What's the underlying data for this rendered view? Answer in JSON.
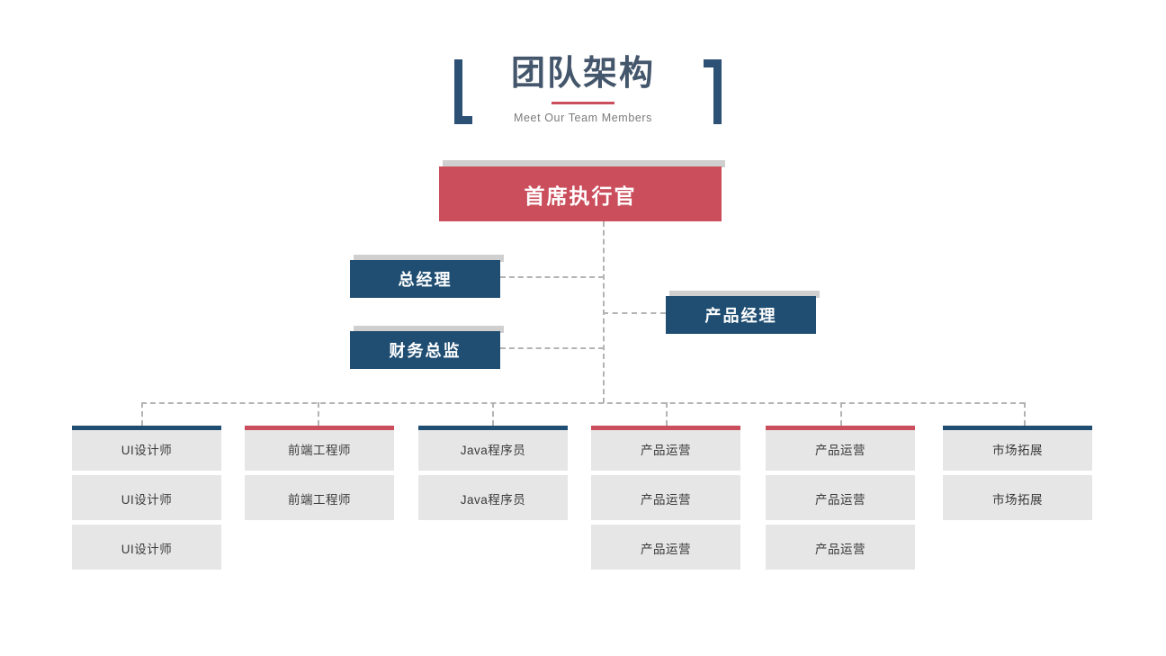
{
  "header": {
    "title": "团队架构",
    "subtitle": "Meet Our Team Members",
    "accent_color": "#cb4e5c",
    "title_color": "#44566b",
    "bracket_color": "#2c5174"
  },
  "colors": {
    "navy": "#1f4e72",
    "red": "#cb4e5c",
    "card_bg": "#e6e6e6",
    "shadow_bar": "#cfcfcf",
    "connector": "#b3b3b3"
  },
  "org": {
    "ceo": {
      "label": "首席执行官",
      "color": "#cb4e5c"
    },
    "managers": [
      {
        "label": "总经理",
        "color": "#1f4e72"
      },
      {
        "label": "财务总监",
        "color": "#1f4e72"
      },
      {
        "label": "产品经理",
        "color": "#1f4e72"
      }
    ],
    "columns": [
      {
        "accent": "navy",
        "cards": [
          "UI设计师",
          "UI设计师",
          "UI设计师"
        ]
      },
      {
        "accent": "red",
        "cards": [
          "前端工程师",
          "前端工程师"
        ]
      },
      {
        "accent": "navy",
        "cards": [
          "Java程序员",
          "Java程序员"
        ]
      },
      {
        "accent": "red",
        "cards": [
          "产品运营",
          "产品运营",
          "产品运营"
        ]
      },
      {
        "accent": "red",
        "cards": [
          "产品运营",
          "产品运营",
          "产品运营"
        ]
      },
      {
        "accent": "navy",
        "cards": [
          "市场拓展",
          "市场拓展"
        ]
      }
    ]
  }
}
